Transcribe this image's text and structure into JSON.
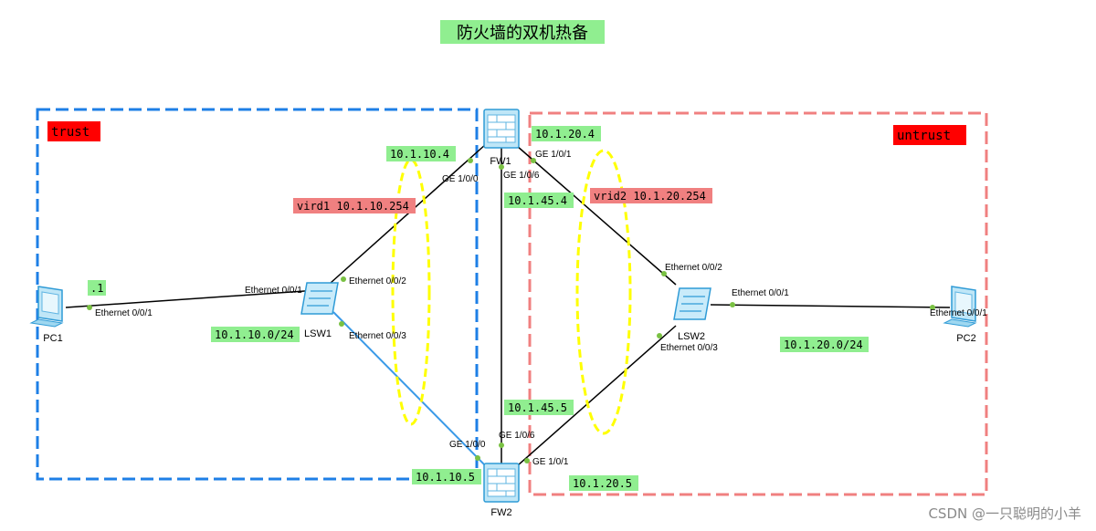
{
  "title": "防火墙的双机热备",
  "colors": {
    "title_bg": "#90ee90",
    "label_green": "#90ee90",
    "label_red": "#f08080",
    "zone_tag": "#ff0000",
    "trust_border": "#1e7fe6",
    "untrust_border": "#f08080",
    "link": "#000000",
    "link_blue": "#3a9ae8",
    "port_dot": "#7ac143",
    "vrrp_ellipse": "#ffff00",
    "device": "#2f9bd6"
  },
  "zones": {
    "trust": "trust",
    "untrust": "untrust"
  },
  "devices": {
    "fw1": "FW1",
    "fw2": "FW2",
    "lsw1": "LSW1",
    "lsw2": "LSW2",
    "pc1": "PC1",
    "pc2": "PC2"
  },
  "ports": {
    "fw1_ge100": "GE 1/0/0",
    "fw1_ge101": "GE 1/0/1",
    "fw1_ge106": "GE 1/0/6",
    "fw2_ge100": "GE 1/0/0",
    "fw2_ge101": "GE 1/0/1",
    "fw2_ge106": "GE 1/0/6",
    "lsw1_e001": "Ethernet 0/0/1",
    "lsw1_e002": "Ethernet 0/0/2",
    "lsw1_e003": "Ethernet 0/0/3",
    "lsw2_e001": "Ethernet 0/0/1",
    "lsw2_e002": "Ethernet 0/0/2",
    "lsw2_e003": "Ethernet 0/0/3",
    "pc1_e001": "Ethernet 0/0/1",
    "pc2_e001": "Ethernet 0/0/1"
  },
  "ip_labels": {
    "fw1_trust": "10.1.10.4",
    "fw1_untrust": "10.1.20.4",
    "fw1_hb": "10.1.45.4",
    "fw2_hb": "10.1.45.5",
    "fw2_trust": "10.1.10.5",
    "fw2_untrust": "10.1.20.5",
    "pc1_host": ".1",
    "trust_net": "10.1.10.0/24",
    "untrust_net": "10.1.20.0/24"
  },
  "vrrp": {
    "vrid1": "vird1 10.1.10.254",
    "vrid2": "vrid2 10.1.20.254"
  },
  "watermark": "CSDN @一只聪明的小羊"
}
